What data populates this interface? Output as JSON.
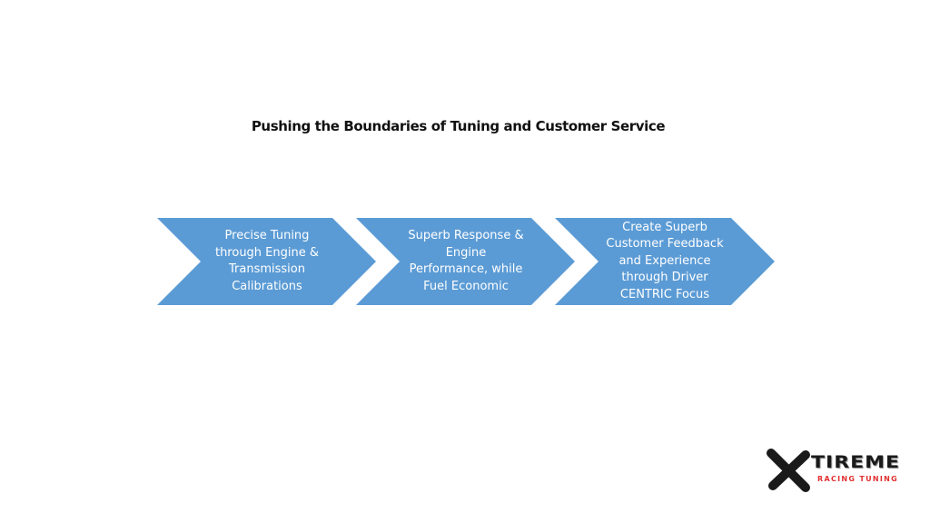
{
  "title": "Pushing the Boundaries of Tuning and Customer Service",
  "colors": {
    "chevron_fill": "#5b9bd5",
    "step_text": "#ffffff",
    "title_text": "#111111",
    "logo_dark": "#1a1a1a",
    "logo_accent": "#e03030"
  },
  "steps": [
    {
      "label": "Precise Tuning\nthrough Engine &\nTransmission\nCalibrations"
    },
    {
      "label": "Superb Response  &\nEngine\nPerformance,  while\nFuel Economic"
    },
    {
      "label": "Create Superb\nCustomer Feedback\nand Experience\nthrough Driver\nCENTRIC Focus"
    }
  ],
  "logo": {
    "brand": "TIREME",
    "tagline": "RACING TUNING",
    "icon": "x-logo-icon"
  }
}
